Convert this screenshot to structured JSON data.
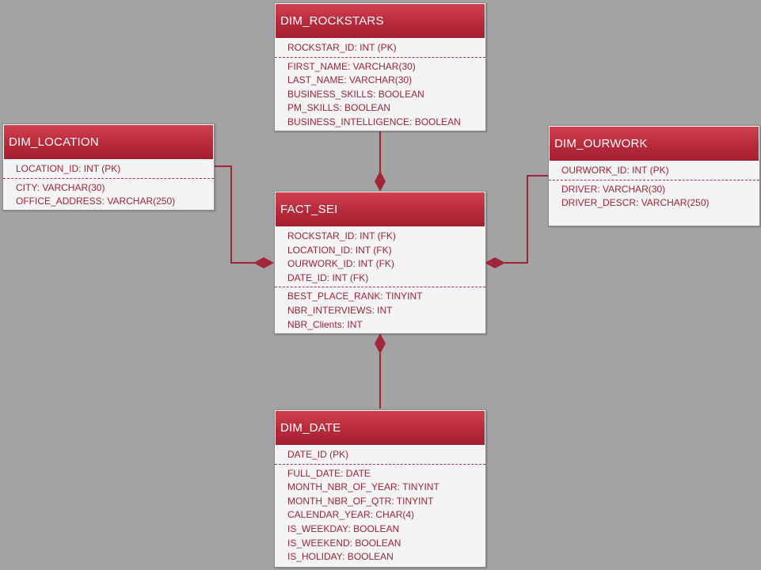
{
  "entities": {
    "dim_rockstars": {
      "title": "DIM_ROCKSTARS",
      "key_fields": [
        "ROCKSTAR_ID:  INT (PK)"
      ],
      "fields": [
        "FIRST_NAME:  VARCHAR(30)",
        "LAST_NAME:  VARCHAR(30)",
        "BUSINESS_SKILLS:  BOOLEAN",
        "PM_SKILLS:  BOOLEAN",
        "BUSINESS_INTELLIGENCE:  BOOLEAN"
      ]
    },
    "dim_location": {
      "title": "DIM_LOCATION",
      "key_fields": [
        "LOCATION_ID:  INT (PK)"
      ],
      "fields": [
        "CITY:  VARCHAR(30)",
        "OFFICE_ADDRESS:  VARCHAR(250)"
      ]
    },
    "dim_ourwork": {
      "title": "DIM_OURWORK",
      "key_fields": [
        "OURWORK_ID:  INT (PK)"
      ],
      "fields": [
        "DRIVER:  VARCHAR(30)",
        "DRIVER_DESCR:  VARCHAR(250)"
      ]
    },
    "fact_sei": {
      "title": "FACT_SEI",
      "key_fields": [
        "ROCKSTAR_ID:  INT (FK)",
        "LOCATION_ID:  INT (FK)",
        "OURWORK_ID:  INT (FK)",
        "DATE_ID:  INT (FK)"
      ],
      "fields": [
        "BEST_PLACE_RANK:  TINYINT",
        "NBR_INTERVIEWS: INT",
        "NBR_Clients: INT"
      ]
    },
    "dim_date": {
      "title": "DIM_DATE",
      "key_fields": [
        "DATE_ID (PK)"
      ],
      "fields": [
        "FULL_DATE:  DATE",
        "MONTH_NBR_OF_YEAR:  TINYINT",
        "MONTH_NBR_OF_QTR:  TINYINT",
        "CALENDAR_YEAR:  CHAR(4)",
        "IS_WEEKDAY:  BOOLEAN",
        "IS_WEEKEND:  BOOLEAN",
        "IS_HOLIDAY:  BOOLEAN"
      ]
    }
  },
  "colors": {
    "background": "#a3a3a3",
    "header": "#b82a3b",
    "text": "#9b2436",
    "connector": "#a0263a"
  }
}
